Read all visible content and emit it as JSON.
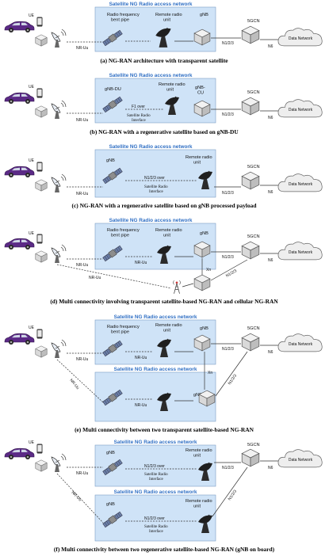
{
  "panels": [
    {
      "id": "a",
      "title": "Satellite NG Radio access network",
      "caption": "(a) NG-RAN architecture with transparent satellite",
      "ue": "UE",
      "nr_uu": "NR-Uu",
      "sat_label": "Radio frequency\nbent pipe",
      "rru_label": "Remote radio\nunit",
      "gnb_label": "gNB",
      "core_label": "5GCN",
      "n_if": "N1/2/3",
      "n6": "N6",
      "dn": "Data Network"
    },
    {
      "id": "b",
      "title": "Satellite NG Radio access network",
      "caption": "(b) NG-RAN with a regenerative satellite based on gNB-DU",
      "ue": "UE",
      "nr_uu": "NR-Uu",
      "sat_label": "gNB-DU",
      "rru_label": "Remote radio\nunit",
      "gnb_label": "gNB-\nCU",
      "f1": "F1 over",
      "sri": "Satellite Radio\nInterface",
      "core_label": "5GCN",
      "n_if": "N1/2/3",
      "n6": "N6",
      "dn": "Data Network"
    },
    {
      "id": "c",
      "title": "Satellite NG Radio access network",
      "caption": "(c) NG-RAN with a regenerative satellite based on gNB processed payload",
      "ue": "UE",
      "nr_uu": "NR-Uu",
      "sat_label": "gNB",
      "rru_label": "Remote radio\nunit",
      "n_over": "N1/2/3 over",
      "sri": "Satellite Radio\nInterface",
      "core_label": "5GCN",
      "n_if": "N1/2/3",
      "n6": "N6",
      "dn": "Data Network"
    },
    {
      "id": "d",
      "title": "Satellite NG Radio access network",
      "caption": "(d) Multi connectivity involving transparent satellite-based NG-RAN and cellular NG-RAN",
      "ue": "UE",
      "nr_uu": "NR-Uu",
      "nr_uu2": "NR-Uu",
      "nr_uu3": "NR-Uu",
      "sat_label": "Radio frequency\nbent pipe",
      "rru_label": "Remote radio\nunit",
      "gnb_label": "gNB",
      "xn": "Xn",
      "core_label": "5GCN",
      "n_if": "N1/2/3",
      "n_if2": "N1/2/3",
      "n6": "N6",
      "dn": "Data Network"
    },
    {
      "id": "e",
      "title": "Satellite NG Radio access network",
      "title2": "Satellite NG Radio access network",
      "caption": "(e) Multi connectivity between two transparent satellite-based NG-RAN",
      "ue": "UE",
      "nr_uu": "NR-Uu",
      "nr_uu2": "NR-Uu",
      "nr_uu3": "NR-Uu",
      "nr_uu4": "NR-Uu",
      "sat_label": "Radio frequency\nbent pipe",
      "rru_label": "Remote radio\nunit",
      "gnb_label": "gNB",
      "gnb_label2": "gNB",
      "xn": "Xn",
      "core_label": "5GCN",
      "n_if": "N1/2/3",
      "n_if2": "N1/2/3",
      "n6": "N6",
      "dn": "Data Network"
    },
    {
      "id": "f",
      "title": "Satellite NG Radio access network",
      "title2": "Satellite NG Radio access network",
      "caption": "(f) Multi connectivity between two regenerative satellite-based NG-RAN (gNB on board)",
      "ue": "UE",
      "nr_uu": "NR-Uu",
      "nr_uu2": "NR-Uu",
      "sat_label": "gNB",
      "sat_label2": "gNB",
      "rru_label": "Remote radio\nunit",
      "rru_label2": "Remote radio\nunit",
      "n_over": "N1/2/3 over",
      "n_over2": "N1/2/3 over",
      "sri": "Satellite Radio\nInterface",
      "sri2": "Satellite Radio\nInterface",
      "core_label": "5GCN",
      "n_if": "N1/2/3",
      "n_if2": "N1/2/3",
      "n6": "N6",
      "dn": "Data Network"
    }
  ],
  "colors": {
    "ran_box": "#cfe3f7",
    "title_blue": "#2f6fc4",
    "car": "#5b2a86",
    "antenna": "#1f1f1f"
  }
}
